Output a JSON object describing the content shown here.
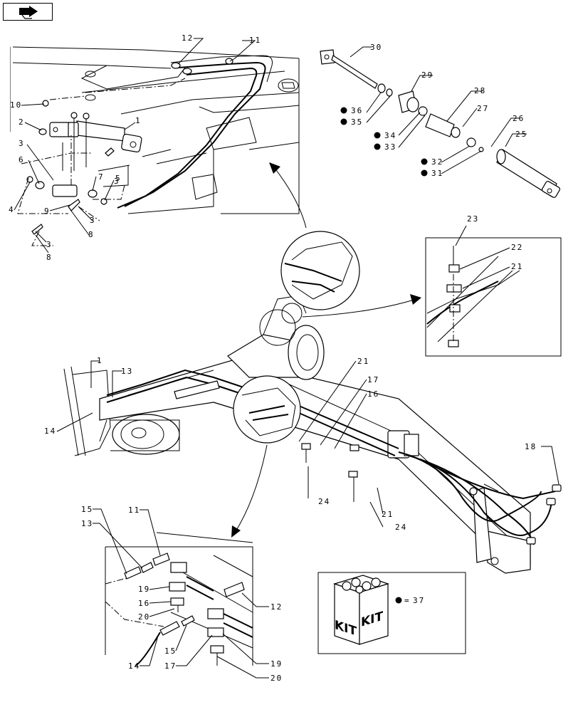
{
  "nav": {
    "icon": "next-page-arrow-icon"
  },
  "callouts": {
    "c1a": "1",
    "c2": "2",
    "c3a": "3",
    "c3b": "3",
    "c3c": "3",
    "c3d": "3",
    "c4": "4",
    "c5": "5",
    "c6": "6",
    "c7": "7",
    "c8a": "8",
    "c8b": "8",
    "c9": "9",
    "c10": "10",
    "c11a": "11",
    "c12a": "12",
    "c1b": "1",
    "c13a": "13",
    "c14a": "14",
    "c21a": "21",
    "c17a": "17",
    "c16a": "16",
    "c24a": "24",
    "c21b": "21",
    "c24b": "24",
    "c18": "18",
    "c23": "23",
    "c22": "22",
    "c21c": "21",
    "c30": "30",
    "c29": "29",
    "c28": "28",
    "c27": "27",
    "c26": "26",
    "c25": "25",
    "c36": "36",
    "c35": "35",
    "c34": "34",
    "c33": "33",
    "c32": "32",
    "c31": "31",
    "c15a": "15",
    "c13b": "13",
    "c11b": "11",
    "c19a": "19",
    "c16b": "16",
    "c20a": "20",
    "c12b": "12",
    "c15b": "15",
    "c14b": "14",
    "c17b": "17",
    "c19b": "19",
    "c20b": "20",
    "c37": "37"
  },
  "kit": {
    "label_1": "KIT",
    "label_2": "KIT",
    "equals": "="
  },
  "colors": {
    "line": "#000000",
    "background": "#ffffff"
  }
}
